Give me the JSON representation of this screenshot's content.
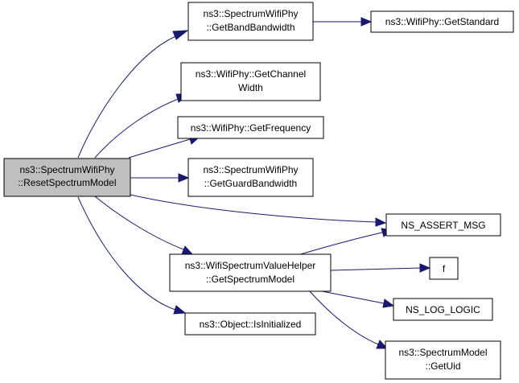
{
  "colors": {
    "edge": "#191970",
    "root_fill": "#bfbfbf",
    "node_fill": "#ffffff",
    "node_stroke": "#000000"
  },
  "nodes": {
    "reset_spectrum_model": [
      "ns3::SpectrumWifiPhy",
      "::ResetSpectrumModel"
    ],
    "get_band_bandwidth": [
      "ns3::SpectrumWifiPhy",
      "::GetBandBandwidth"
    ],
    "get_standard": [
      "ns3::WifiPhy::GetStandard"
    ],
    "get_channel_width": [
      "ns3::WifiPhy::GetChannel",
      "Width"
    ],
    "get_frequency": [
      "ns3::WifiPhy::GetFrequency"
    ],
    "get_guard_bandwidth": [
      "ns3::SpectrumWifiPhy",
      "::GetGuardBandwidth"
    ],
    "ns_assert_msg": [
      "NS_ASSERT_MSG"
    ],
    "get_spectrum_model": [
      "ns3::WifiSpectrumValueHelper",
      "::GetSpectrumModel"
    ],
    "f": [
      "f"
    ],
    "ns_log_logic": [
      "NS_LOG_LOGIC"
    ],
    "is_initialized": [
      "ns3::Object::IsInitialized"
    ],
    "get_uid": [
      "ns3::SpectrumModel",
      "::GetUid"
    ]
  }
}
